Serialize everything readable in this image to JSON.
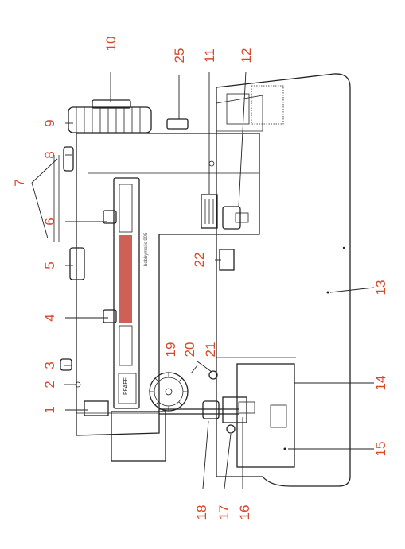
{
  "diagram": {
    "callouts": [
      {
        "id": "c1",
        "text": "1"
      },
      {
        "id": "c2",
        "text": "2"
      },
      {
        "id": "c3",
        "text": "3"
      },
      {
        "id": "c4",
        "text": "4"
      },
      {
        "id": "c5",
        "text": "5"
      },
      {
        "id": "c6",
        "text": "6"
      },
      {
        "id": "c7",
        "text": "7"
      },
      {
        "id": "c8",
        "text": "8"
      },
      {
        "id": "c9",
        "text": "9"
      },
      {
        "id": "c10",
        "text": "10"
      },
      {
        "id": "c25",
        "text": "25"
      },
      {
        "id": "c11",
        "text": "11"
      },
      {
        "id": "c12",
        "text": "12"
      },
      {
        "id": "c22",
        "text": "22"
      },
      {
        "id": "c13",
        "text": "13"
      },
      {
        "id": "c19",
        "text": "19"
      },
      {
        "id": "c20",
        "text": "20"
      },
      {
        "id": "c21",
        "text": "21"
      },
      {
        "id": "c14",
        "text": "14"
      },
      {
        "id": "c15",
        "text": "15"
      },
      {
        "id": "c18",
        "text": "18"
      },
      {
        "id": "c17",
        "text": "17"
      },
      {
        "id": "c16",
        "text": "16"
      }
    ],
    "brand_label": "PFAFF",
    "model_label": "hobbymatic 905",
    "colors": {
      "callout": "#d9482b",
      "line": "#222222",
      "panel_accent": "#c0392b"
    }
  }
}
